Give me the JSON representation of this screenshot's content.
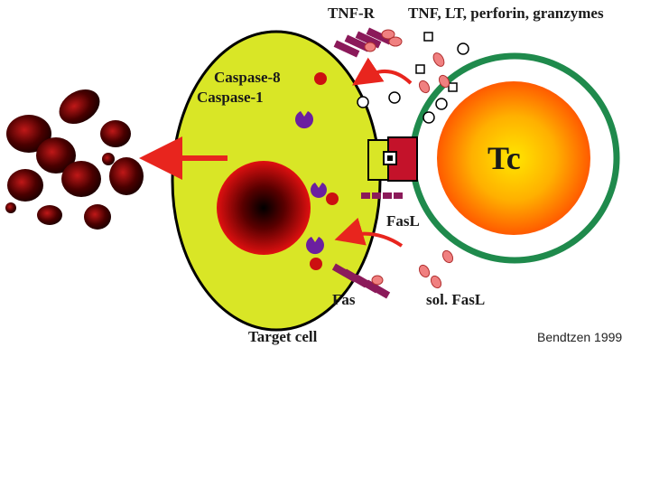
{
  "labels": {
    "tnf_r": "TNF-R",
    "ligands": "TNF, LT, perforin, granzymes",
    "caspase8": "Caspase-8",
    "caspase1": "Caspase-1",
    "tc": "Tc",
    "fasl": "FasL",
    "fas": "Fas",
    "sol_fasl": "sol. FasL",
    "target_cell": "Target cell",
    "credit": "Bendtzen 1999"
  },
  "colors": {
    "target_cell_fill": "#d9e626",
    "tc_ring": "#1f8a4c",
    "tc_core": "#ff8c00",
    "arrow_red": "#e8251e",
    "receptor_purple": "#8b1a5a",
    "caspase_purple": "#6b1fa0",
    "caspase_red": "#cc1010",
    "granule_pink": "#f08080"
  }
}
